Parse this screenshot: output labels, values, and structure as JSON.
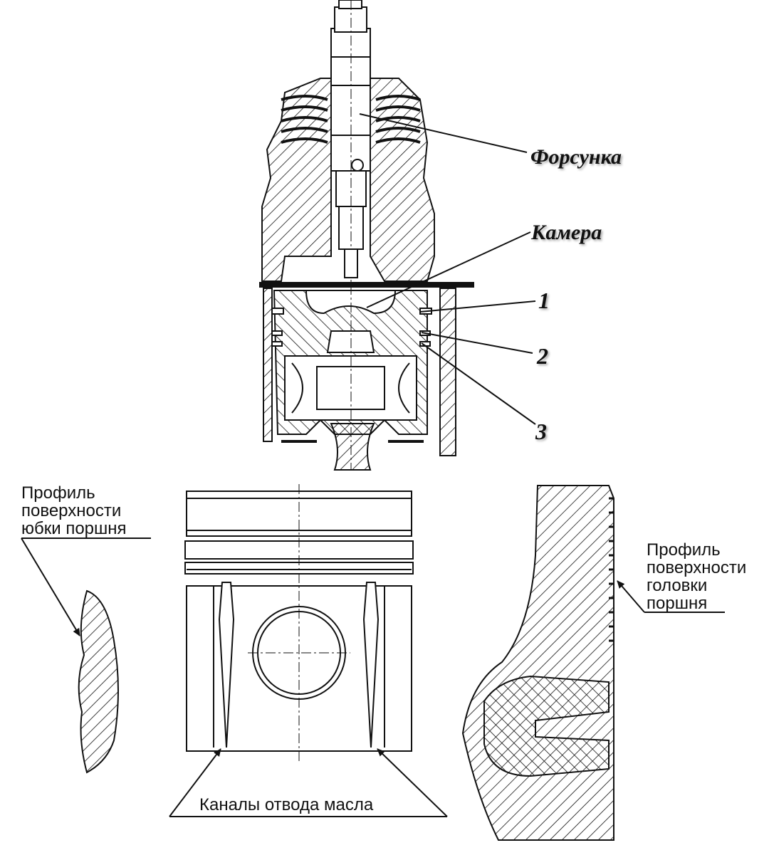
{
  "labels": {
    "injector": "Форсунка",
    "chamber": "Камера",
    "ring_1": "1",
    "ring_2": "2",
    "ring_3": "3",
    "skirt_profile": [
      "Профиль",
      "поверхности",
      "юбки поршня"
    ],
    "head_profile": [
      "Профиль",
      "поверхности",
      "головки",
      "поршня"
    ],
    "oil_channels": "Каналы отвода масла"
  },
  "colors": {
    "ink": "#111111",
    "background": "#ffffff"
  }
}
